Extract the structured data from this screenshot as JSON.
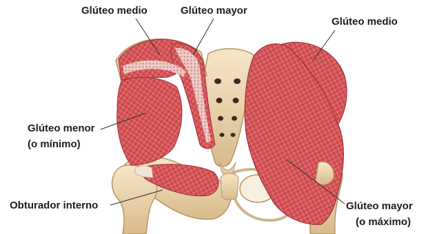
{
  "labels": {
    "gluteo_medio_izq": "Glúteo medio",
    "gluteo_mayor_izq": "Glúteo mayor",
    "gluteo_medio_der": "Glúteo medio",
    "gluteo_menor": "Glúteo menor",
    "gluteo_menor_sub": "(o mínimo)",
    "obturador_interno": "Obturador interno",
    "gluteo_mayor_der": "Glúteo mayor",
    "gluteo_mayor_der_sub": "(o máximo)"
  },
  "colors": {
    "muscle": "#d9565a",
    "muscle_dark": "#b33a40",
    "muscle_light": "#ee8b86",
    "bone": "#efd9b4",
    "bone_shadow": "#c9a978",
    "tendon": "#f2e6d8",
    "leader": "#2a2a2a",
    "label_text": "#1c1c1c"
  }
}
